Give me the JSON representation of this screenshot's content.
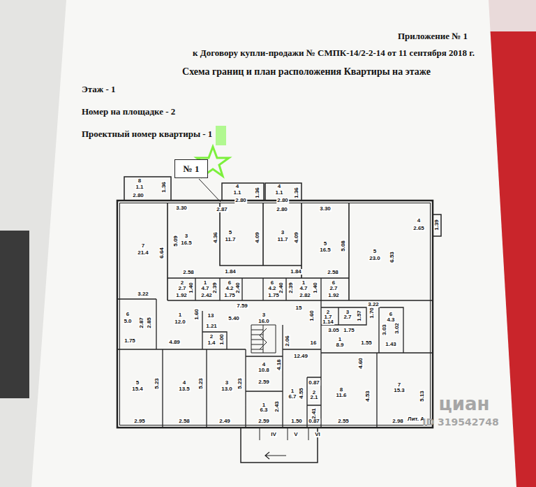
{
  "diagram": {
    "title": "Схема границ и план расположения Квартиры на этаже",
    "nodes": [
      {
        "text": [
          "№ 1"
        ]
      }
    ],
    "labels": [
      "Приложение № 1",
      "к Договору купли-продажи № СМПК-14/2-2-14 от 11 сентября 2018 г.",
      "Этаж - 1",
      "Номер на площадке - 2",
      "Проектный номер квартиры - 1",
      "8",
      "1.1",
      "2.80",
      "1.36",
      "3.30",
      "4",
      "1.1",
      "2.80",
      "1.36",
      "4",
      "1.1",
      "2.80",
      "1.36",
      "2.87",
      "2.80",
      "3.30",
      "4",
      "2.65",
      "1.39",
      "7",
      "21.4",
      "6.64",
      "5.09",
      "3",
      "16.5",
      "4.36",
      "5",
      "11.7",
      "4.09",
      "3",
      "11.7",
      "4.09",
      "5",
      "16.5",
      "5.08",
      "5",
      "23.0",
      "6.53",
      "1.84",
      "1.84",
      "2.58",
      "2.58",
      "2",
      "2.7",
      "1.92",
      "1.40",
      "1",
      "4.7",
      "2.39",
      "6",
      "4.2",
      "2.40",
      "1.75",
      "6",
      "4.2",
      "2.40",
      "2.39",
      "1",
      "4.7",
      "1.40",
      "6",
      "2.7",
      "1.92",
      "1.75",
      "2.42",
      "2.82",
      "3.22",
      "3.22",
      "6",
      "5.0",
      "2.87",
      "2.85",
      "1.75",
      "1",
      "12.0",
      "1.60",
      "13",
      "7.59",
      "15",
      "3",
      "16.0",
      "5.40",
      "1.21",
      "2",
      "1.4",
      "1.00",
      "4.89",
      "1.60",
      "2",
      "1.7",
      "1.14",
      "3",
      "2.7",
      "1.75",
      "1.57",
      "1.70",
      "3.05",
      "2.06",
      "16",
      "1",
      "8.9",
      "1.55",
      "3.03",
      "3.02",
      "6",
      "4.3",
      "1.43",
      "12.49",
      "4.18",
      "4.60",
      "5",
      "15.4",
      "5.23",
      "4",
      "13.5",
      "5.23",
      "3",
      "13.0",
      "5.23",
      "4",
      "10.8",
      "2.59",
      "1",
      "6.7",
      "4.55",
      "0.87",
      "2",
      "2.1",
      "2.41",
      "8",
      "11.6",
      "4.53",
      "7",
      "15.3",
      "5.13",
      "1",
      "6.3",
      "2.43",
      "2.95",
      "2.58",
      "2.49",
      "2.59",
      "1.50",
      "0.87",
      "2.55",
      "2.98",
      "IV",
      "V",
      "VI",
      "Лит. А",
      "циан",
      "ID 319542748"
    ]
  }
}
